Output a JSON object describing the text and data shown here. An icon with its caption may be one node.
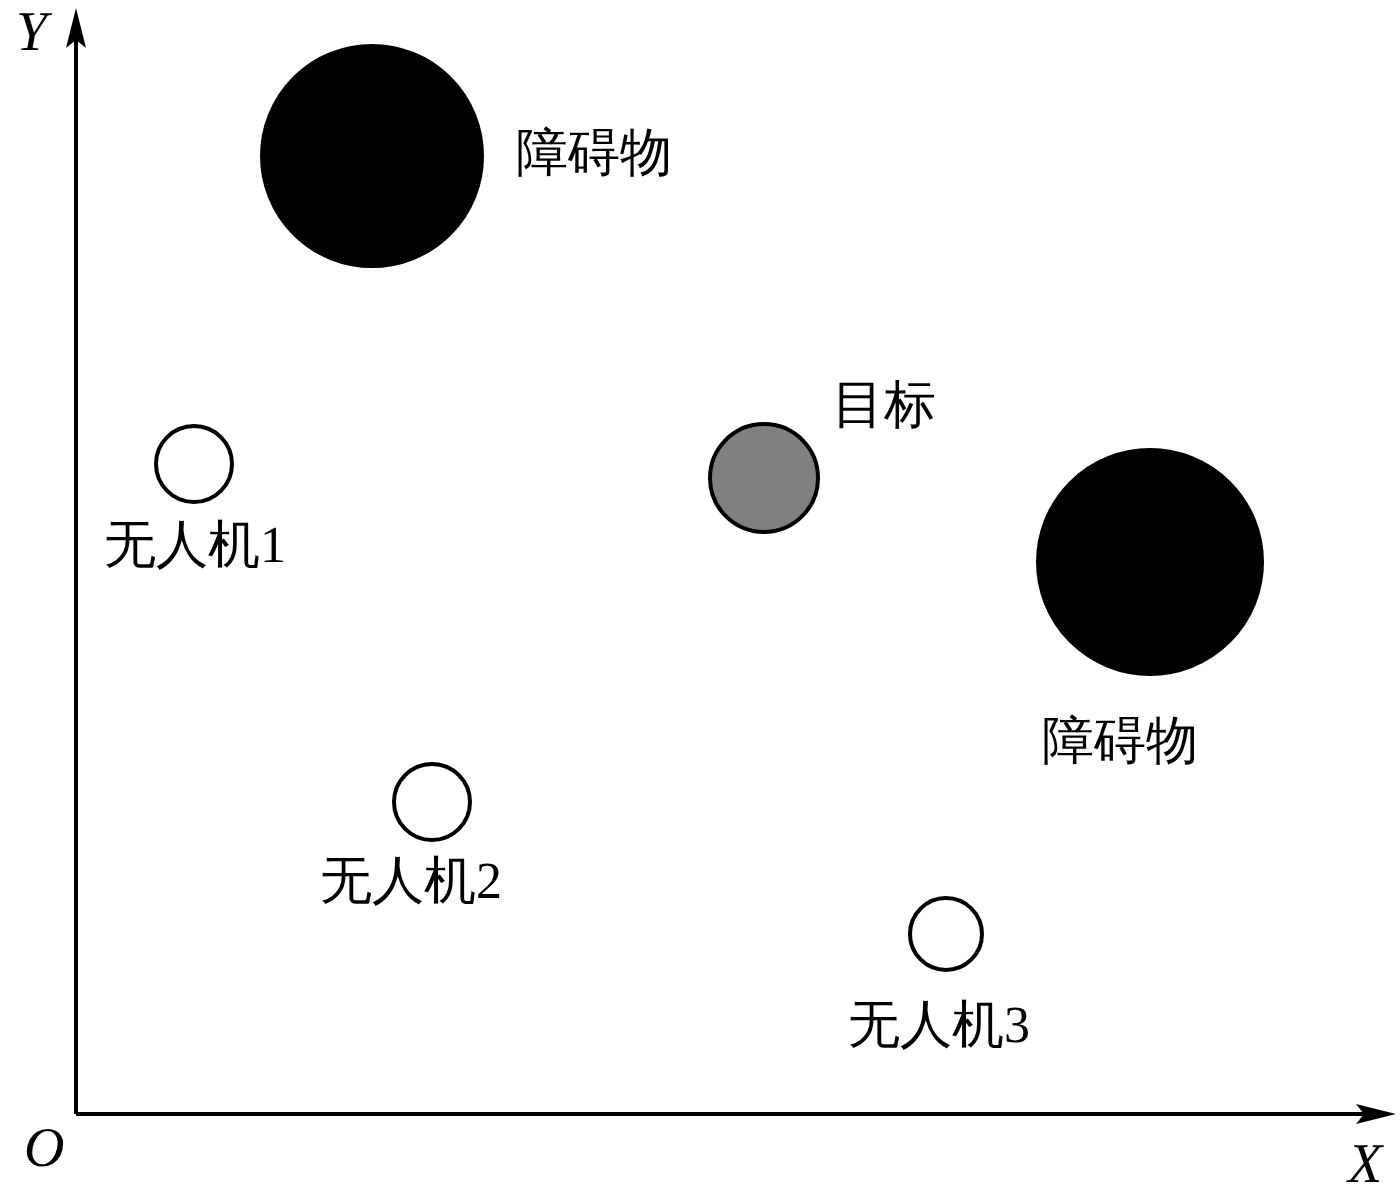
{
  "diagram": {
    "nodes": [
      {
        "text": [],
        "shape": "circle",
        "beside": [
          "障碍物"
        ]
      },
      {
        "text": [],
        "shape": "circle",
        "beside": [
          "无人机1"
        ]
      },
      {
        "text": [],
        "shape": "circle",
        "beside": [
          "目标"
        ]
      },
      {
        "text": [],
        "shape": "circle",
        "beside": [
          "障碍物"
        ]
      },
      {
        "text": [],
        "shape": "circle",
        "beside": [
          "无人机2"
        ]
      },
      {
        "text": [],
        "shape": "circle",
        "beside": [
          "无人机3"
        ]
      }
    ],
    "edges": [],
    "labels": [
      "Y",
      "O",
      "X"
    ]
  }
}
